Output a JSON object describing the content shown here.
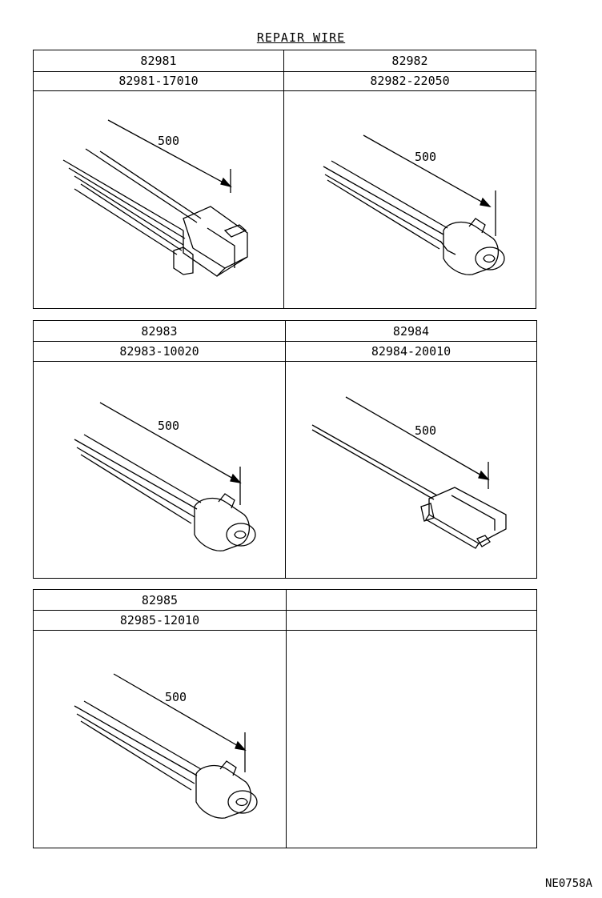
{
  "title": "REPAIR WIRE",
  "panels": [
    {
      "cells": [
        {
          "code": "82981",
          "part": "82981-17010",
          "dimension": "500"
        },
        {
          "code": "82982",
          "part": "82982-22050",
          "dimension": "500"
        }
      ]
    },
    {
      "cells": [
        {
          "code": "82983",
          "part": "82983-10020",
          "dimension": "500"
        },
        {
          "code": "82984",
          "part": "82984-20010",
          "dimension": "500"
        }
      ]
    },
    {
      "cells": [
        {
          "code": "82985",
          "part": "82985-12010",
          "dimension": "500"
        },
        {
          "code": "",
          "part": "",
          "dimension": ""
        }
      ]
    }
  ],
  "footer": "NE0758A"
}
